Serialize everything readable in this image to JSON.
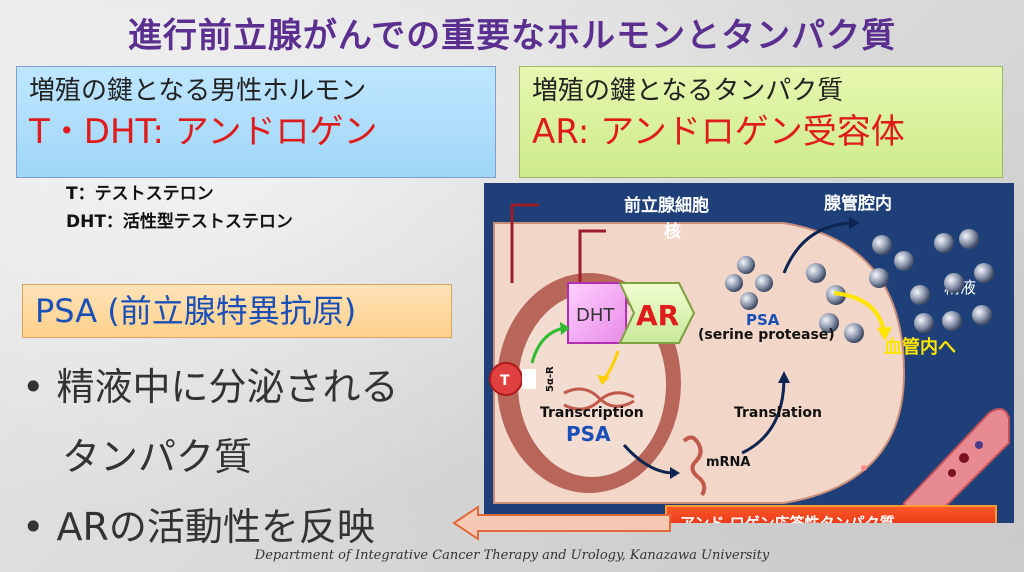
{
  "title": "進行前立腺がんでの重要なホルモンとタンパク質",
  "left_box": {
    "line1": "増殖の鍵となる男性ホルモン",
    "line2": "T・DHT: アンドロゲン"
  },
  "right_box": {
    "line1": "増殖の鍵となるタンパク質",
    "line2": "AR: アンドロゲン受容体"
  },
  "definitions": [
    "T：テストステロン",
    "DHT：活性型テストステロン"
  ],
  "psa_box": "PSA (前立腺特異抗原)",
  "bullets": [
    {
      "line1": "精液中に分泌される",
      "line2": "タンパク質"
    },
    {
      "line1": "ARの活動性を反映"
    }
  ],
  "diagram": {
    "label_cell": "前立腺細胞",
    "label_nucleus": "核",
    "label_lumen": "腺管腔内",
    "label_semen": "精液",
    "label_blood": "血管内へ",
    "label_dht": "DHT",
    "label_ar": "AR",
    "label_t": "T",
    "label_5ar": "5α-R",
    "label_psa_protein": "PSA",
    "label_serine": "(serine protease)",
    "label_transcription": "Transcription",
    "label_psa_gene": "PSA",
    "label_translation": "Translation",
    "label_mrna": "mRNA",
    "label_response": "アンド ロゲン応答性タンパク質"
  },
  "footer": "Department of Integrative Cancer Therapy and Urology, Kanazawa University",
  "colors": {
    "title": "#5a2f8f",
    "accent_red": "#e01b1b",
    "diagram_bg": "#1f3f78",
    "psa_blue": "#1a4fb8",
    "yellow": "#ffe600"
  }
}
